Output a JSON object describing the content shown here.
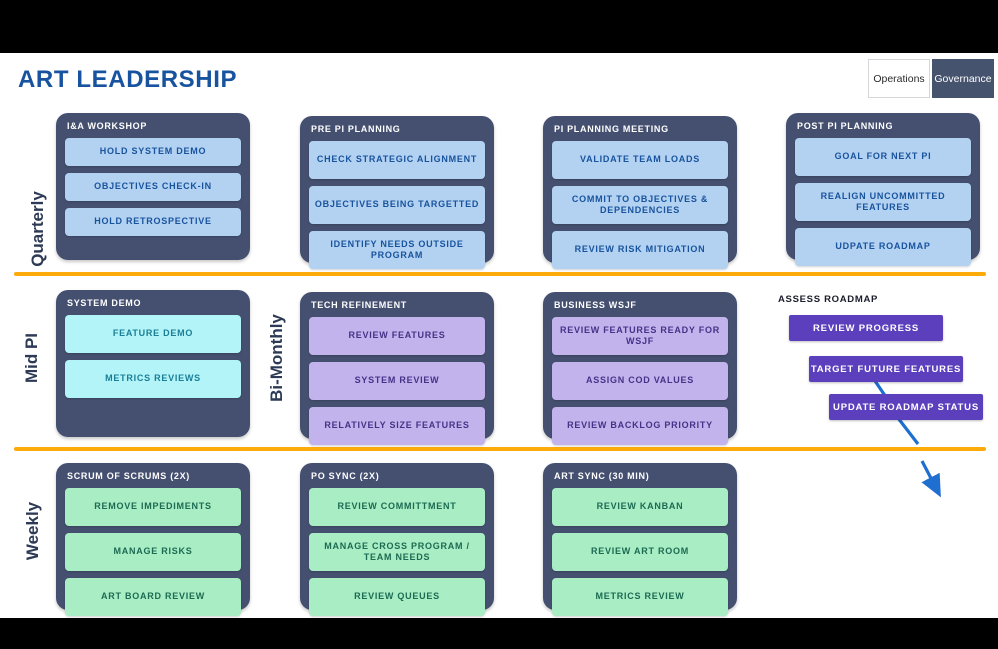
{
  "header": {
    "title": "ART LEADERSHIP",
    "tabs": [
      {
        "label": "Operations",
        "active": false
      },
      {
        "label": "Governance",
        "active": true
      }
    ]
  },
  "rows": [
    {
      "label": "Quarterly"
    },
    {
      "label": "Mid PI"
    },
    {
      "label": "Bi-Monthly"
    },
    {
      "label": "Weekly"
    }
  ],
  "colors": {
    "title": "#17539e",
    "card_bg": "#455070",
    "divider": "#fcab0b",
    "item_blue": "#b3d2f2",
    "item_blue_text": "#18539d",
    "item_cyan": "#b2f4f7",
    "item_cyan_text": "#1a7e96",
    "item_purple": "#c3b3ec",
    "item_purple_text": "#463287",
    "item_mint": "#a8edc4",
    "item_mint_text": "#1d6a52",
    "flow_box": "#5b3fbd",
    "arrow": "#1f6fd0",
    "tab_active_bg": "#46536f"
  },
  "quarterly": {
    "cards": [
      {
        "title": "I&A WORKSHOP",
        "items": [
          "HOLD SYSTEM DEMO",
          "OBJECTIVES CHECK-IN",
          "HOLD RETROSPECTIVE"
        ]
      },
      {
        "title": "PRE PI PLANNING",
        "items": [
          "CHECK STRATEGIC ALIGNMENT",
          "OBJECTIVES BEING TARGETTED",
          "IDENTIFY NEEDS OUTSIDE PROGRAM"
        ]
      },
      {
        "title": "PI PLANNING MEETING",
        "items": [
          "VALIDATE TEAM LOADS",
          "COMMIT TO OBJECTIVES & DEPENDENCIES",
          "REVIEW RISK MITIGATION"
        ]
      },
      {
        "title": "POST PI PLANNING",
        "items": [
          "GOAL FOR NEXT PI",
          "REALIGN UNCOMMITTED FEATURES",
          "UDPATE ROADMAP"
        ]
      }
    ]
  },
  "midpi": {
    "cards": [
      {
        "title": "SYSTEM DEMO",
        "items": [
          "FEATURE DEMO",
          "METRICS REVIEWS"
        ]
      },
      {
        "title": "TECH REFINEMENT",
        "items": [
          "REVIEW FEATURES",
          "SYSTEM REVIEW",
          "RELATIVELY SIZE FEATURES"
        ]
      },
      {
        "title": "BUSINESS WSJF",
        "items": [
          "REVIEW FEATURES READY FOR WSJF",
          "ASSIGN COD VALUES",
          "REVIEW BACKLOG PRIORITY"
        ]
      }
    ],
    "flow": {
      "title": "ASSESS  ROADMAP",
      "steps": [
        "REVIEW PROGRESS",
        "TARGET FUTURE FEATURES",
        "UPDATE ROADMAP STATUS"
      ]
    }
  },
  "weekly": {
    "cards": [
      {
        "title": "SCRUM OF SCRUMS (2X)",
        "items": [
          "REMOVE IMPEDIMENTS",
          "MANAGE RISKS",
          "ART BOARD REVIEW"
        ]
      },
      {
        "title": "PO SYNC (2X)",
        "items": [
          "REVIEW COMMITTMENT",
          "MANAGE CROSS PROGRAM / TEAM NEEDS",
          "REVIEW QUEUES"
        ]
      },
      {
        "title": "ART SYNC (30 MIN)",
        "items": [
          "REVIEW KANBAN",
          "REVIEW ART ROOM",
          "METRICS REVIEW"
        ]
      }
    ]
  }
}
